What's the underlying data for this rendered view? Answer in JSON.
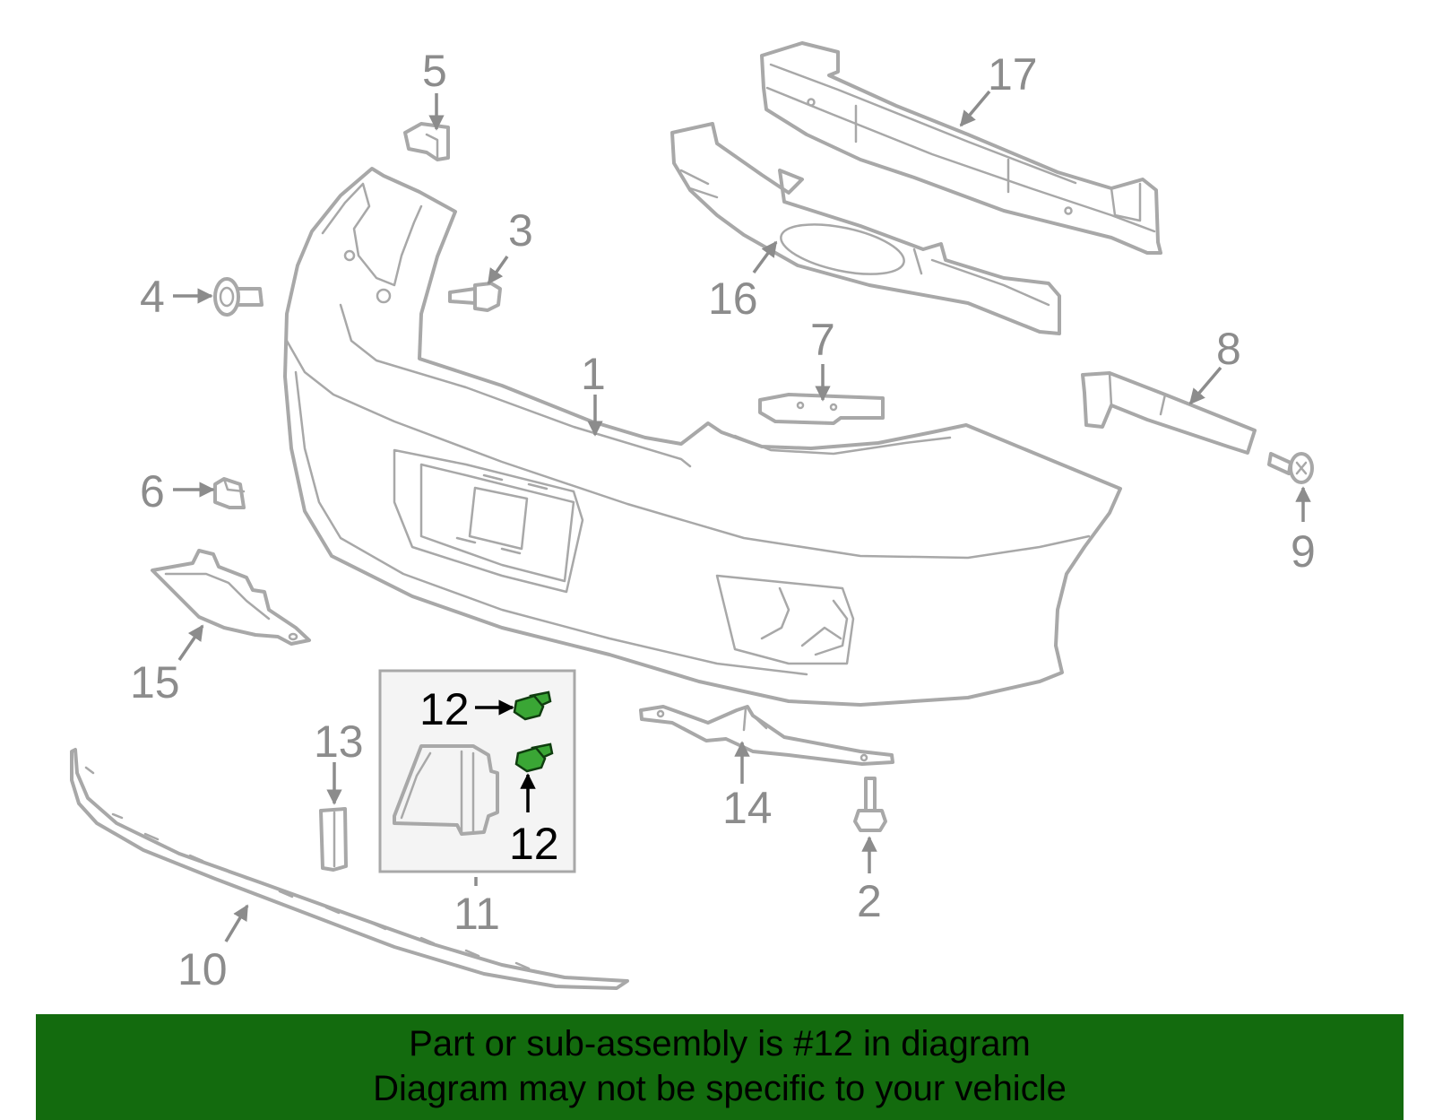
{
  "callouts": {
    "c1": "1",
    "c2": "2",
    "c3": "3",
    "c4": "4",
    "c5": "5",
    "c6": "6",
    "c7": "7",
    "c8": "8",
    "c9": "9",
    "c10": "10",
    "c11": "11",
    "c12a": "12",
    "c12b": "12",
    "c13": "13",
    "c14": "14",
    "c15": "15",
    "c16": "16",
    "c17": "17"
  },
  "highlight": {
    "part_number": "12",
    "color": "#3aa635"
  },
  "colors": {
    "banner_bg": "#136b0e",
    "part_stroke": "#a8a8a8",
    "callout_text": "#8c8c8c"
  },
  "banner": {
    "line1": "Part or sub-assembly is #12 in diagram",
    "line2": "Diagram may not be specific to your vehicle"
  }
}
